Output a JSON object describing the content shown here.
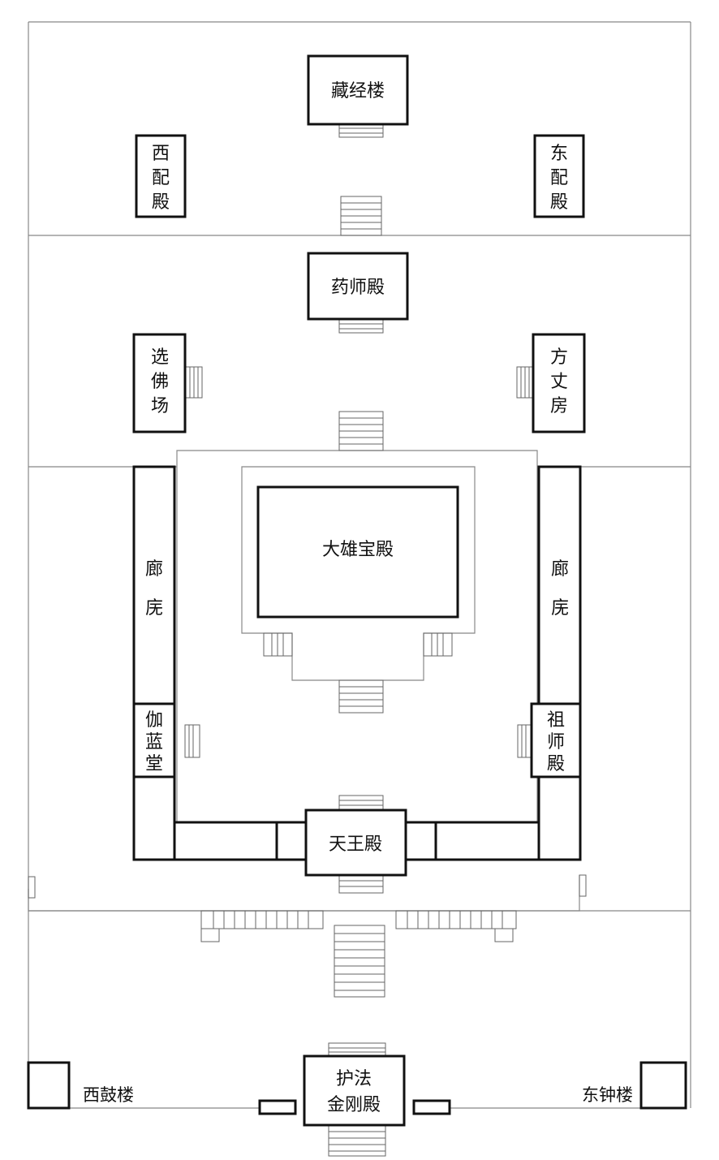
{
  "colors": {
    "ink": "#111111",
    "thin": "#888888",
    "paper": "#ffffff"
  },
  "halls": {
    "cangjing": "藏经楼",
    "xipei": "西配殿",
    "dongpei": "东配殿",
    "yaoshi": "药师殿",
    "xuanfo": "选佛场",
    "fangzhang": "方丈房",
    "daxiong": "大雄宝殿",
    "langwu_left": "廊庑",
    "langwu_right": "廊庑",
    "qielan": "伽蓝堂",
    "zushi": "祖师殿",
    "tianwang": "天王殿",
    "hufa_line1": "护法",
    "hufa_line2": "金刚殿",
    "xigu": "西鼓楼",
    "dongzhong": "东钟楼"
  }
}
